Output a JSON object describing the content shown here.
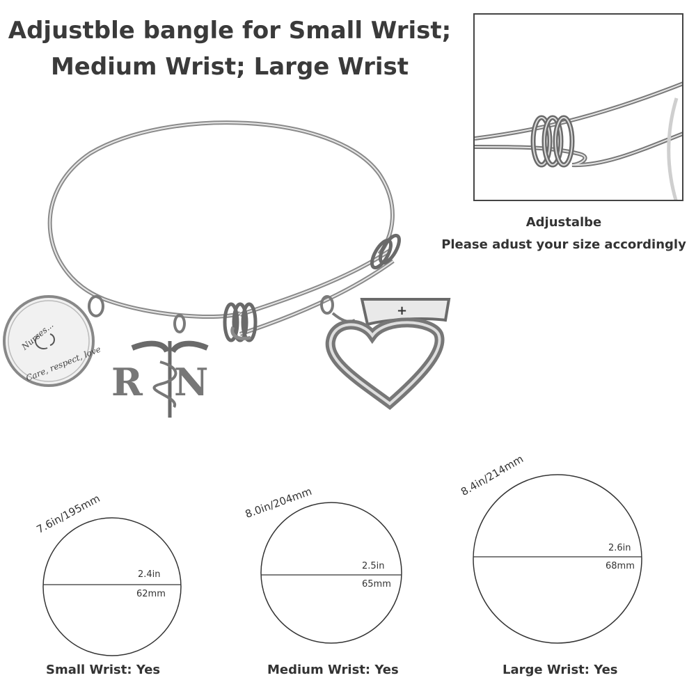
{
  "title": {
    "line1": "Adjustble bangle for Small Wrist;",
    "line2": "Medium Wrist; Large Wrist"
  },
  "detail": {
    "caption_line1": "Adjustalbe",
    "caption_line2": "Please adust your size accordingly"
  },
  "charms": {
    "round_disc_text_top": "Nurses...",
    "round_disc_text_bottom": "Care, respect, love",
    "rn_charm": "RN",
    "nurse_cap_heart": "heart-with-nurse-cap-icon"
  },
  "sizes": [
    {
      "circumference": "7.6in/195mm",
      "diameter_in": "2.4in",
      "diameter_mm": "62mm",
      "caption": "Small Wrist: Yes"
    },
    {
      "circumference": "8.0in/204mm",
      "diameter_in": "2.5in",
      "diameter_mm": "65mm",
      "caption": "Medium Wrist: Yes"
    },
    {
      "circumference": "8.4in/214mm",
      "diameter_in": "2.6in",
      "diameter_mm": "68mm",
      "caption": "Large Wrist: Yes"
    }
  ],
  "colors": {
    "text": "#333333",
    "metal": "#9a9a9a",
    "metal_dark": "#6a6a6a"
  }
}
